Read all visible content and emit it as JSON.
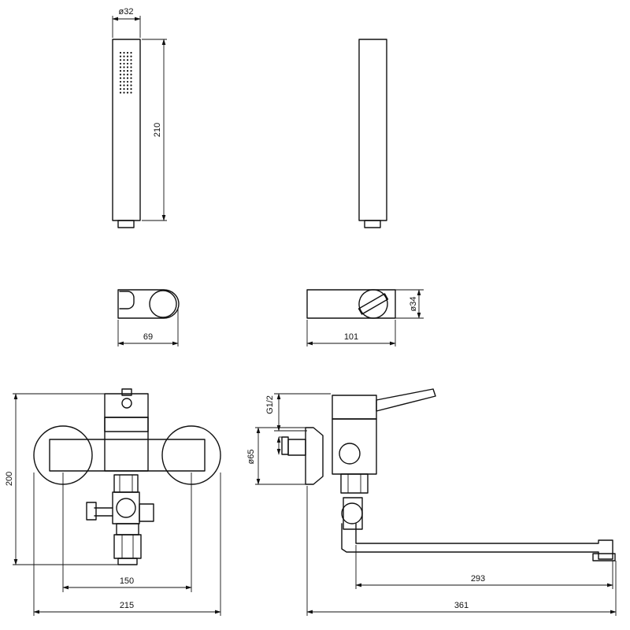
{
  "dimensions": {
    "hand_shower_diameter": "ø32",
    "hand_shower_length": "210",
    "holder_width": "69",
    "holder_depth": "101",
    "holder_diameter": "ø34",
    "mixer_height": "200",
    "mixer_center_distance": "150",
    "mixer_total_width": "215",
    "connection_thread": "G1/2",
    "flange_diameter": "ø65",
    "spout_reach": "293",
    "total_depth": "361"
  },
  "colors": {
    "line": "#111111",
    "background": "#ffffff"
  }
}
